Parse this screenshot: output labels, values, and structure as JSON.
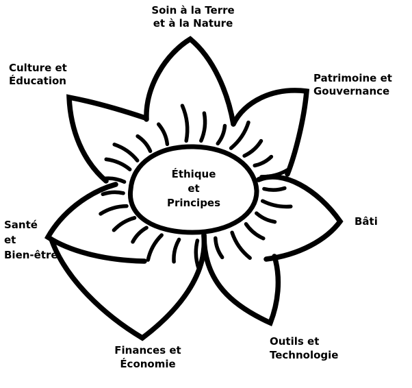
{
  "diagram": {
    "name": "permaculture-flower",
    "background": "#ffffff",
    "stroke_color": "#000000",
    "center": {
      "label": "Éthique\net\nPrincipes"
    },
    "petals": [
      {
        "id": "soin-terre",
        "position": "top",
        "label": "Soin à la Terre\net à la Nature"
      },
      {
        "id": "patrimoine",
        "position": "top-right",
        "label": "Patrimoine et\nGouvernance"
      },
      {
        "id": "bati",
        "position": "right",
        "label": "Bâti"
      },
      {
        "id": "outils",
        "position": "bottom-right",
        "label": "Outils et\nTechnologie"
      },
      {
        "id": "finances",
        "position": "bottom-left",
        "label": "Finances et\nÉconomie"
      },
      {
        "id": "sante",
        "position": "left",
        "label": "Santé\net\nBien-être"
      },
      {
        "id": "culture",
        "position": "top-left",
        "label": "Culture et\nÉducation"
      }
    ]
  }
}
